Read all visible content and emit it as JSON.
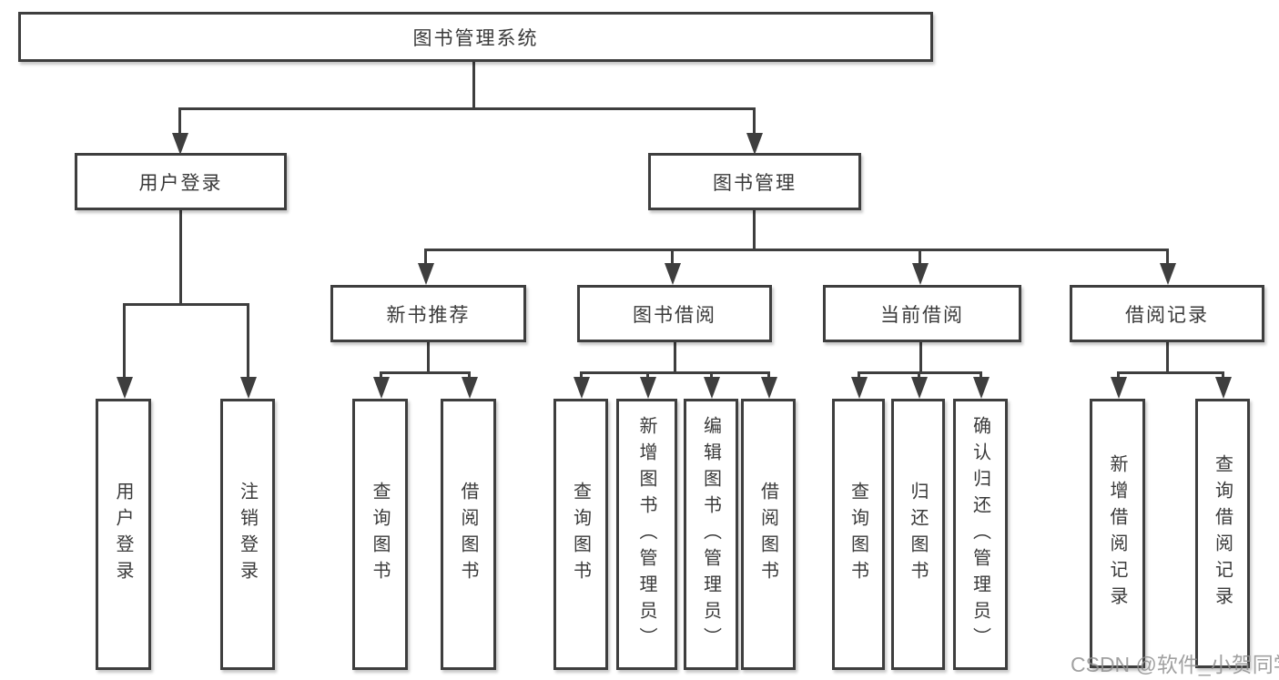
{
  "diagram": {
    "root": {
      "label": "图书管理系统"
    },
    "level2": [
      {
        "label": "用户登录"
      },
      {
        "label": "图书管理"
      }
    ],
    "level3": [
      {
        "label": "新书推荐"
      },
      {
        "label": "图书借阅"
      },
      {
        "label": "当前借阅"
      },
      {
        "label": "借阅记录"
      }
    ],
    "leaves": [
      {
        "label": "用户登录"
      },
      {
        "label": "注销登录"
      },
      {
        "label": "查询图书"
      },
      {
        "label": "借阅图书"
      },
      {
        "label": "查询图书"
      },
      {
        "label": "新增图书（管理员）"
      },
      {
        "label": "编辑图书（管理员）"
      },
      {
        "label": "借阅图书"
      },
      {
        "label": "查询图书"
      },
      {
        "label": "归还图书"
      },
      {
        "label": "确认归还（管理员）"
      },
      {
        "label": "新增借阅记录"
      },
      {
        "label": "查询借阅记录"
      }
    ]
  },
  "watermark": {
    "text": "CSDN @软件_小贺同学"
  },
  "colors": {
    "line": "#3e3e3e",
    "box_border": "#3e3e3e",
    "text": "#3a3a3a",
    "background": "#ffffff",
    "watermark": "#919191"
  }
}
